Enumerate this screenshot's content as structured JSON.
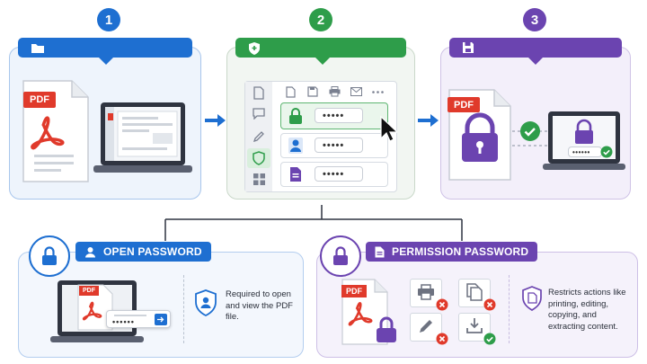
{
  "steps": [
    "1",
    "2",
    "3"
  ],
  "doc_label": "PDF",
  "password_mask": "••••••",
  "password_mask_short": "•••••",
  "open_password": {
    "title": "OPEN PASSWORD",
    "description": "Required to open and view the PDF file."
  },
  "permission_password": {
    "title": "PERMISSION PASSWORD",
    "description": "Restricts actions like printing, editing, copying, and extracting content."
  },
  "colors": {
    "blue": "#1e6fd1",
    "green": "#2e9d4a",
    "purple": "#6b44b0",
    "pdf_red": "#e03a2b"
  },
  "icons": [
    "folder-icon",
    "shield-plus-icon",
    "save-icon",
    "lock-icon",
    "user-icon",
    "document-icon",
    "printer-icon",
    "copy-icon",
    "pencil-icon",
    "download-icon",
    "check-icon",
    "cross-icon",
    "cursor-icon",
    "arrow-right-icon",
    "mail-icon"
  ]
}
